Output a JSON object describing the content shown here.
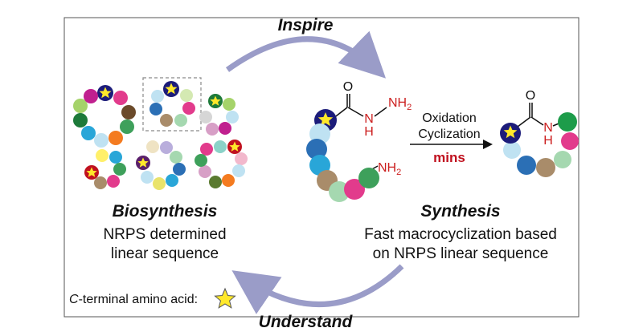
{
  "labels": {
    "inspire": "Inspire",
    "understand": "Understand",
    "biosynthesis_title": "Biosynthesis",
    "biosynthesis_line1": "NRPS determined",
    "biosynthesis_line2": "linear sequence",
    "synthesis_title": "Synthesis",
    "synthesis_line1": "Fast macrocyclization based",
    "synthesis_line2": "on NRPS linear sequence",
    "oxidation": "Oxidation",
    "cyclization": "Cyclization",
    "mins": "mins",
    "legend_c": "C",
    "legend_rest": "-terminal amino acid:",
    "atom_O": "O",
    "atom_N": "N",
    "atom_H": "H",
    "atom_NH2": "NH",
    "sub_2": "2"
  },
  "colors": {
    "frame": "#555555",
    "arrow": "#9a9cc8",
    "heteroatom": "#cc1f1f",
    "mins": "#c0111f",
    "star": "#ffe82a",
    "star_bg": "#1c1c7a",
    "dashed_box": "#8a8a8a"
  },
  "icons": {
    "terminal_marker": "star-icon",
    "monomer": "circle"
  }
}
